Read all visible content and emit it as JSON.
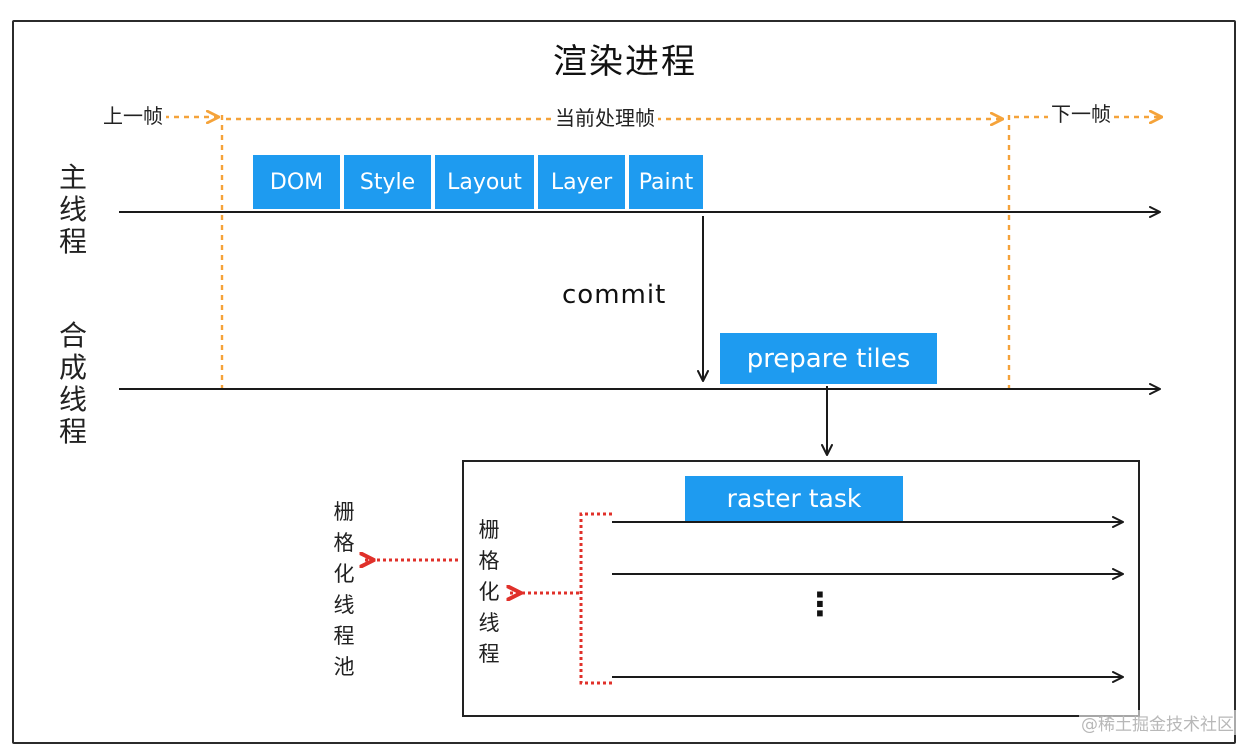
{
  "title": "渲染进程",
  "frames": {
    "prev": "上一帧",
    "current": "当前处理帧",
    "next": "下一帧"
  },
  "threads": {
    "main": "主线程",
    "compositor": "合成线程",
    "raster": "栅格化线程",
    "raster_pool": "栅格化线程池"
  },
  "stages": [
    "DOM",
    "Style",
    "Layout",
    "Layer",
    "Paint"
  ],
  "commit": "commit",
  "prepare_tiles": "prepare tiles",
  "raster_task": "raster task",
  "ellipsis": "⋮",
  "watermark": "@稀土掘金技术社区",
  "colors": {
    "accent_blue": "#1e9bf0",
    "frame_orange": "#f5a33a",
    "dispatch_red": "#e0302a",
    "line_black": "#1a1a1a"
  }
}
